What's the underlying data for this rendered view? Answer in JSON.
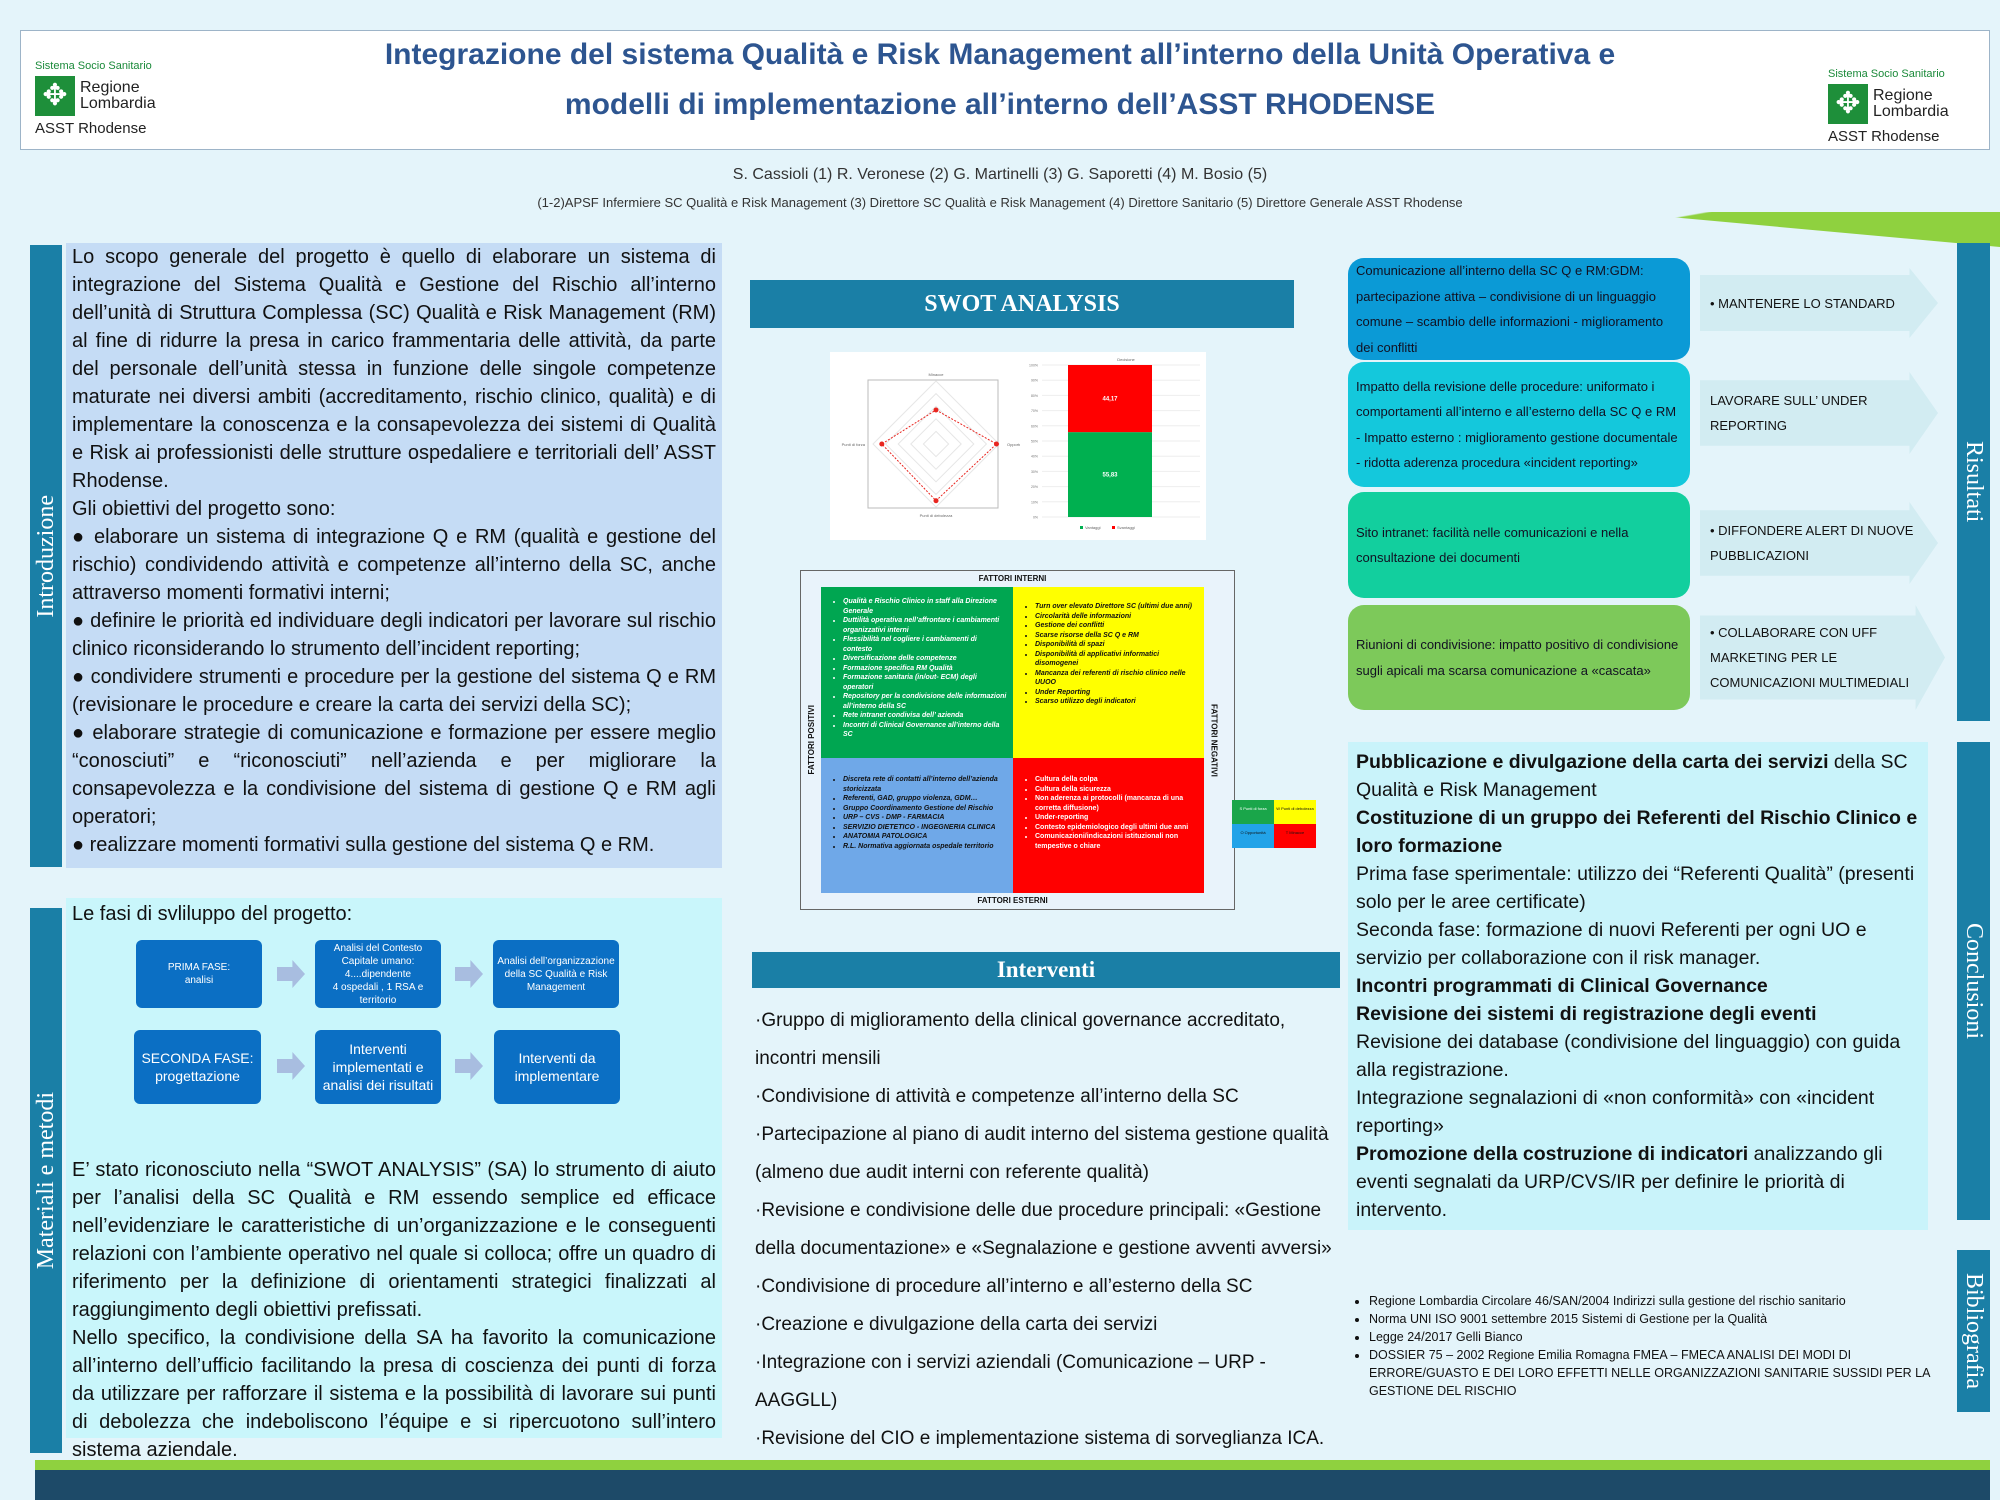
{
  "header": {
    "title_line1": "Integrazione del sistema Qualità e Risk Management all’interno della Unità Operativa e",
    "title_line2": "modelli di implementazione all’interno dell’ASST RHODENSE",
    "logo": {
      "system": "Sistema Socio Sanitario",
      "region": "Regione Lombardia",
      "asst": "ASST Rhodense"
    },
    "authors": "S. Cassioli (1) R. Veronese (2) G. Martinelli (3) G. Saporetti (4) M. Bosio (5)",
    "affiliations": "(1-2)APSF Infermiere SC Qualità e Risk Management (3) Direttore SC Qualità e Risk Management (4) Direttore Sanitario (5) Direttore Generale ASST Rhodense"
  },
  "sections": {
    "intro": "Introduzione",
    "methods": "Materiali e metodi",
    "results": "Risultati",
    "conclusions": "Conclusioni",
    "bibliography": "Bibliografia",
    "swot": "SWOT ANALYSIS",
    "interventions": "Interventi"
  },
  "intro": {
    "p1": "Lo scopo generale del progetto è quello di elaborare un sistema di integrazione del Sistema Qualità e Gestione del Rischio all’interno dell’unità di Struttura Complessa (SC) Qualità e Risk Management (RM) al fine di ridurre la presa in carico frammentaria delle attività, da parte del personale dell’unità stessa in funzione delle singole competenze maturate nei diversi ambiti (accreditamento, rischio clinico, qualità) e di implementare la conoscenza e la consapevolezza dei sistemi di Qualità e Risk ai professionisti delle strutture ospedaliere e territoriali dell’ ASST Rhodense.",
    "p2": "Gli obiettivi del progetto sono:",
    "objectives": [
      "● elaborare un sistema di integrazione Q e RM (qualità e gestione del rischio) condividendo attività e competenze all’interno della SC, anche attraverso momenti formativi interni;",
      "● definire le priorità ed individuare degli indicatori per lavorare sul rischio clinico riconsiderando lo strumento dell’incident reporting;",
      "● condividere strumenti e procedure per la gestione del sistema Q e RM (revisionare le procedure e creare la carta dei servizi della SC);",
      "● elaborare strategie di comunicazione e formazione per essere meglio “conosciuti” e “riconosciuti” nell’azienda e per migliorare la consapevolezza e la condivisione del sistema di gestione Q e RM agli operatori;",
      "● realizzare momenti formativi sulla gestione del sistema Q e RM."
    ]
  },
  "methods": {
    "phases_title": "Le fasi di svliluppo del progetto:",
    "phase1": [
      "PRIMA FASE:\nanalisi",
      "Analisi del Contesto\nCapitale umano:\n4....dipendente\n4 ospedali , 1 RSA e territorio",
      "Analisi dell’organizzazione della SC Qualità e Risk Management"
    ],
    "phase2": [
      "SECONDA FASE:\nprogettazione",
      "Interventi implementati e analisi dei risultati",
      "Interventi da implementare"
    ],
    "p1": "E’ stato riconosciuto nella “SWOT ANALYSIS” (SA) lo strumento di aiuto per l’analisi della SC Qualità e RM essendo semplice ed efficace nell’evidenziare le caratteristiche di un’organizzazione e le conseguenti relazioni con l’ambiente operativo nel quale si colloca; offre un quadro di riferimento per la definizione di orientamenti strategici finalizzati al raggiungimento degli obiettivi prefissati.",
    "p2": "Nello specifico, la condivisione della SA ha favorito la comunicazione all’interno dell’ufficio facilitando la presa di coscienza dei punti di forza da utilizzare per rafforzare il sistema e la possibilità di lavorare sui punti di debolezza che indeboliscono l’équipe e si ripercuotono sull’intero sistema aziendale."
  },
  "chart_data": [
    {
      "type": "radar",
      "axes": [
        "Minacce",
        "Opportunità",
        "Punti di debolezza",
        "Punti di forza"
      ],
      "values": [
        2.7,
        4.8,
        4.5,
        4.3
      ],
      "range": [
        0,
        5
      ],
      "color": "#e8251f"
    },
    {
      "type": "bar",
      "stacked": true,
      "title": "Decisione",
      "categories": [
        "Decisione"
      ],
      "series": [
        {
          "name": "Vantaggi",
          "values": [
            55.83
          ],
          "label": "55,83",
          "color": "#00b050"
        },
        {
          "name": "Svantaggi",
          "values": [
            44.17
          ],
          "label": "44,17",
          "color": "#ff0000"
        }
      ],
      "yticks": [
        "0%",
        "10%",
        "20%",
        "30%",
        "40%",
        "50%",
        "60%",
        "70%",
        "80%",
        "90%",
        "100%"
      ],
      "ylim": [
        0,
        100
      ],
      "legend": "bottom"
    }
  ],
  "swot": {
    "internal": "FATTORI INTERNI",
    "external": "FATTORI ESTERNI",
    "positive": "FATTORI POSITIVI",
    "negative": "FATTORI NEGATIVI",
    "strengths": [
      "Qualità e Rischio Clinico in staff alla Direzione Generale",
      "Duttilità operativa nell’affrontare i cambiamenti organizzativi interni",
      "Flessibilità nel cogliere i cambiamenti di contesto",
      "Diversificazione delle competenze",
      "Formazione specifica RM  Qualità",
      "Formazione sanitaria (in/out- ECM) degli operatori",
      "Repository per la condivisione delle informazioni all’interno della SC",
      "Rete intranet condivisa dell’ azienda",
      "Incontri di Clinical Governance all’interno della SC"
    ],
    "weaknesses": [
      "Turn over elevato Direttore SC (ultimi due anni)",
      "Circolarità delle informazioni",
      "Gestione dei conflitti",
      "Scarse risorse della SC Q e RM",
      "Disponibilità di spazi",
      "Disponibilità di applicativi informatici disomogenei",
      "Mancanza dei referenti di rischio clinico nelle UUOO",
      "Under Reporting",
      "Scarso utilizzo degli indicatori"
    ],
    "opportunities": [
      "Discreta rete di contatti all’interno dell’azienda storicizzata",
      "Referenti, GAD, gruppo violenza, GDM…",
      "Gruppo Coordinamento Gestione del Rischio",
      "URP – CVS  - DMP - FARMACIA",
      "SERVIZIO DIETETICO - INGEGNERIA CLINICA",
      "ANATOMIA PATOLOGICA",
      "R.L. Normativa aggiornata ospedale territorio"
    ],
    "threats": [
      "Cultura della colpa",
      "Cultura della sicurezza",
      "Non aderenza ai protocolli (mancanza di una corretta diffusione)",
      "Under-reporting",
      "Contesto epidemiologico degli ultimi due anni",
      "Comunicazioni/indicazioni istituzionali non tempestive o chiare"
    ],
    "legend": [
      "S Punti di forza",
      "W Punti di debolezza",
      "O Opportunità",
      "T Minacce"
    ],
    "colors": {
      "strengths": "#00a651",
      "weaknesses": "#ffff00",
      "opportunities": "#6fa8e8",
      "threats": "#ff0000"
    }
  },
  "interventions": [
    "·Gruppo di miglioramento della clinical governance accreditato, incontri mensili",
    "·Condivisione di attività e competenze all’interno della SC",
    "·Partecipazione al piano di audit interno del sistema gestione qualità (almeno due audit interni con referente qualità)",
    "·Revisione e condivisione delle due procedure principali: «Gestione della documentazione» e  «Segnalazione e gestione avventi avversi»",
    "·Condivisione di procedure all’interno e all’esterno della SC",
    "·Creazione e divulgazione della carta dei servizi",
    "·Integrazione con i servizi aziendali (Comunicazione – URP - AAGGLL)",
    "·Revisione del CIO e implementazione sistema di sorveglianza ICA."
  ],
  "results": [
    {
      "text": "Comunicazione all’interno della SC Q e RM:GDM: partecipazione attiva – condivisione di un linguaggio comune – scambio delle informazioni -  miglioramento dei conflitti",
      "action": "• MANTENERE LO STANDARD",
      "color": "#0b9ad6"
    },
    {
      "text": "Impatto della revisione delle procedure: uniformato i comportamenti all’interno e all’esterno della SC Q e RM - Impatto esterno : miglioramento gestione documentale - ridotta aderenza procedura «incident reporting»",
      "action": "LAVORARE SULL’ UNDER REPORTING",
      "color": "#14c8dc"
    },
    {
      "text": "Sito intranet: facilità nelle comunicazioni e nella consultazione  dei documenti",
      "action": "• DIFFONDERE ALERT DI NUOVE PUBBLICAZIONI",
      "color": "#12cf9e"
    },
    {
      "text": "Riunioni di condivisione: impatto positivo di condivisione sugli apicali ma scarsa comunicazione a «cascata»",
      "action": "• COLLABORARE CON UFF MARKETING PER LE COMUNICAZIONI MULTIMEDIALI",
      "color": "#7dc95a"
    }
  ],
  "conclusions": [
    {
      "b": "Pubblicazione e divulgazione della carta dei servizi",
      "t": " della SC Qualità e Risk Management"
    },
    {
      "b": "Costituzione di un gruppo dei Referenti del Rischio Clinico e loro formazione",
      "t": ""
    },
    {
      "b": "",
      "t": "Prima fase sperimentale: utilizzo dei “Referenti Qualità” (presenti solo per le aree certificate)"
    },
    {
      "b": "",
      "t": "Seconda fase: formazione di nuovi Referenti  per ogni UO e servizio per  collaborazione con il risk manager."
    },
    {
      "b": "Incontri programmati di Clinical Governance",
      "t": ""
    },
    {
      "b": "Revisione dei sistemi di registrazione degli eventi",
      "t": ""
    },
    {
      "b": "",
      "t": "Revisione dei  database (condivisione del linguaggio)  con guida alla registrazione."
    },
    {
      "b": "",
      "t": "Integrazione segnalazioni di «non conformità» con «incident reporting»"
    },
    {
      "b": "Promozione della costruzione di indicatori",
      "t": " analizzando gli eventi segnalati da URP/CVS/IR per definire le priorità di intervento."
    }
  ],
  "bibliography": [
    "Regione Lombardia Circolare 46/SAN/2004 Indirizzi sulla gestione del rischio sanitario",
    "Norma UNI ISO 9001 settembre 2015 Sistemi di Gestione per la Qualità",
    "Legge 24/2017 Gelli Bianco",
    "DOSSIER 75 – 2002 Regione Emilia Romagna FMEA – FMECA ANALISI DEI MODI DI ERRORE/GUASTO E DEI LORO EFFETTI NELLE ORGANIZZAZIONI SANITARIE SUSSIDI PER LA GESTIONE DEL RISCHIO"
  ]
}
